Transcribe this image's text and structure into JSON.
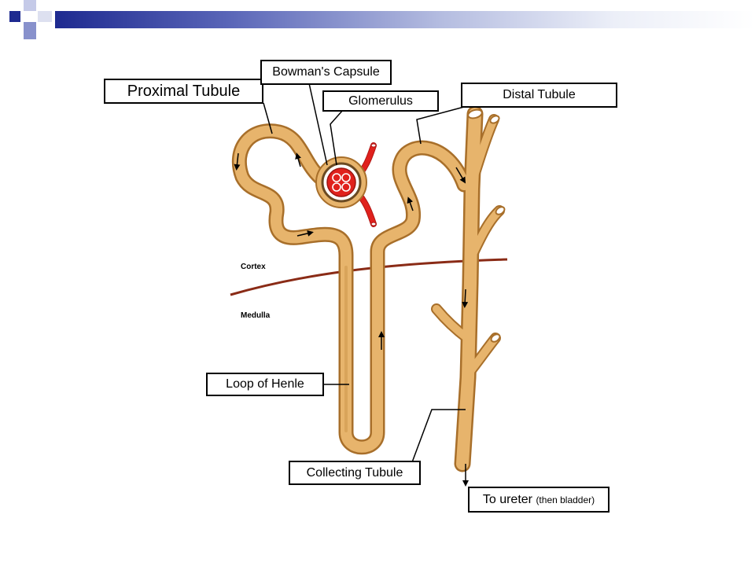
{
  "labels": {
    "proximal_tubule": "Proximal Tubule",
    "bowmans_capsule": "Bowman's Capsule",
    "glomerulus": "Glomerulus",
    "distal_tubule": "Distal Tubule",
    "loop_of_henle": "Loop of Henle",
    "collecting_tubule": "Collecting Tubule",
    "to_ureter": "To ureter",
    "to_ureter_note": "(then bladder)"
  },
  "zones": {
    "cortex": "Cortex",
    "medulla": "Medulla"
  },
  "colors": {
    "tubule": "#e7b46c",
    "tubule_edge": "#a86f2a",
    "blood": "#e0211d",
    "boundary": "#8a2b16",
    "header_dark": "#1e2a90"
  }
}
